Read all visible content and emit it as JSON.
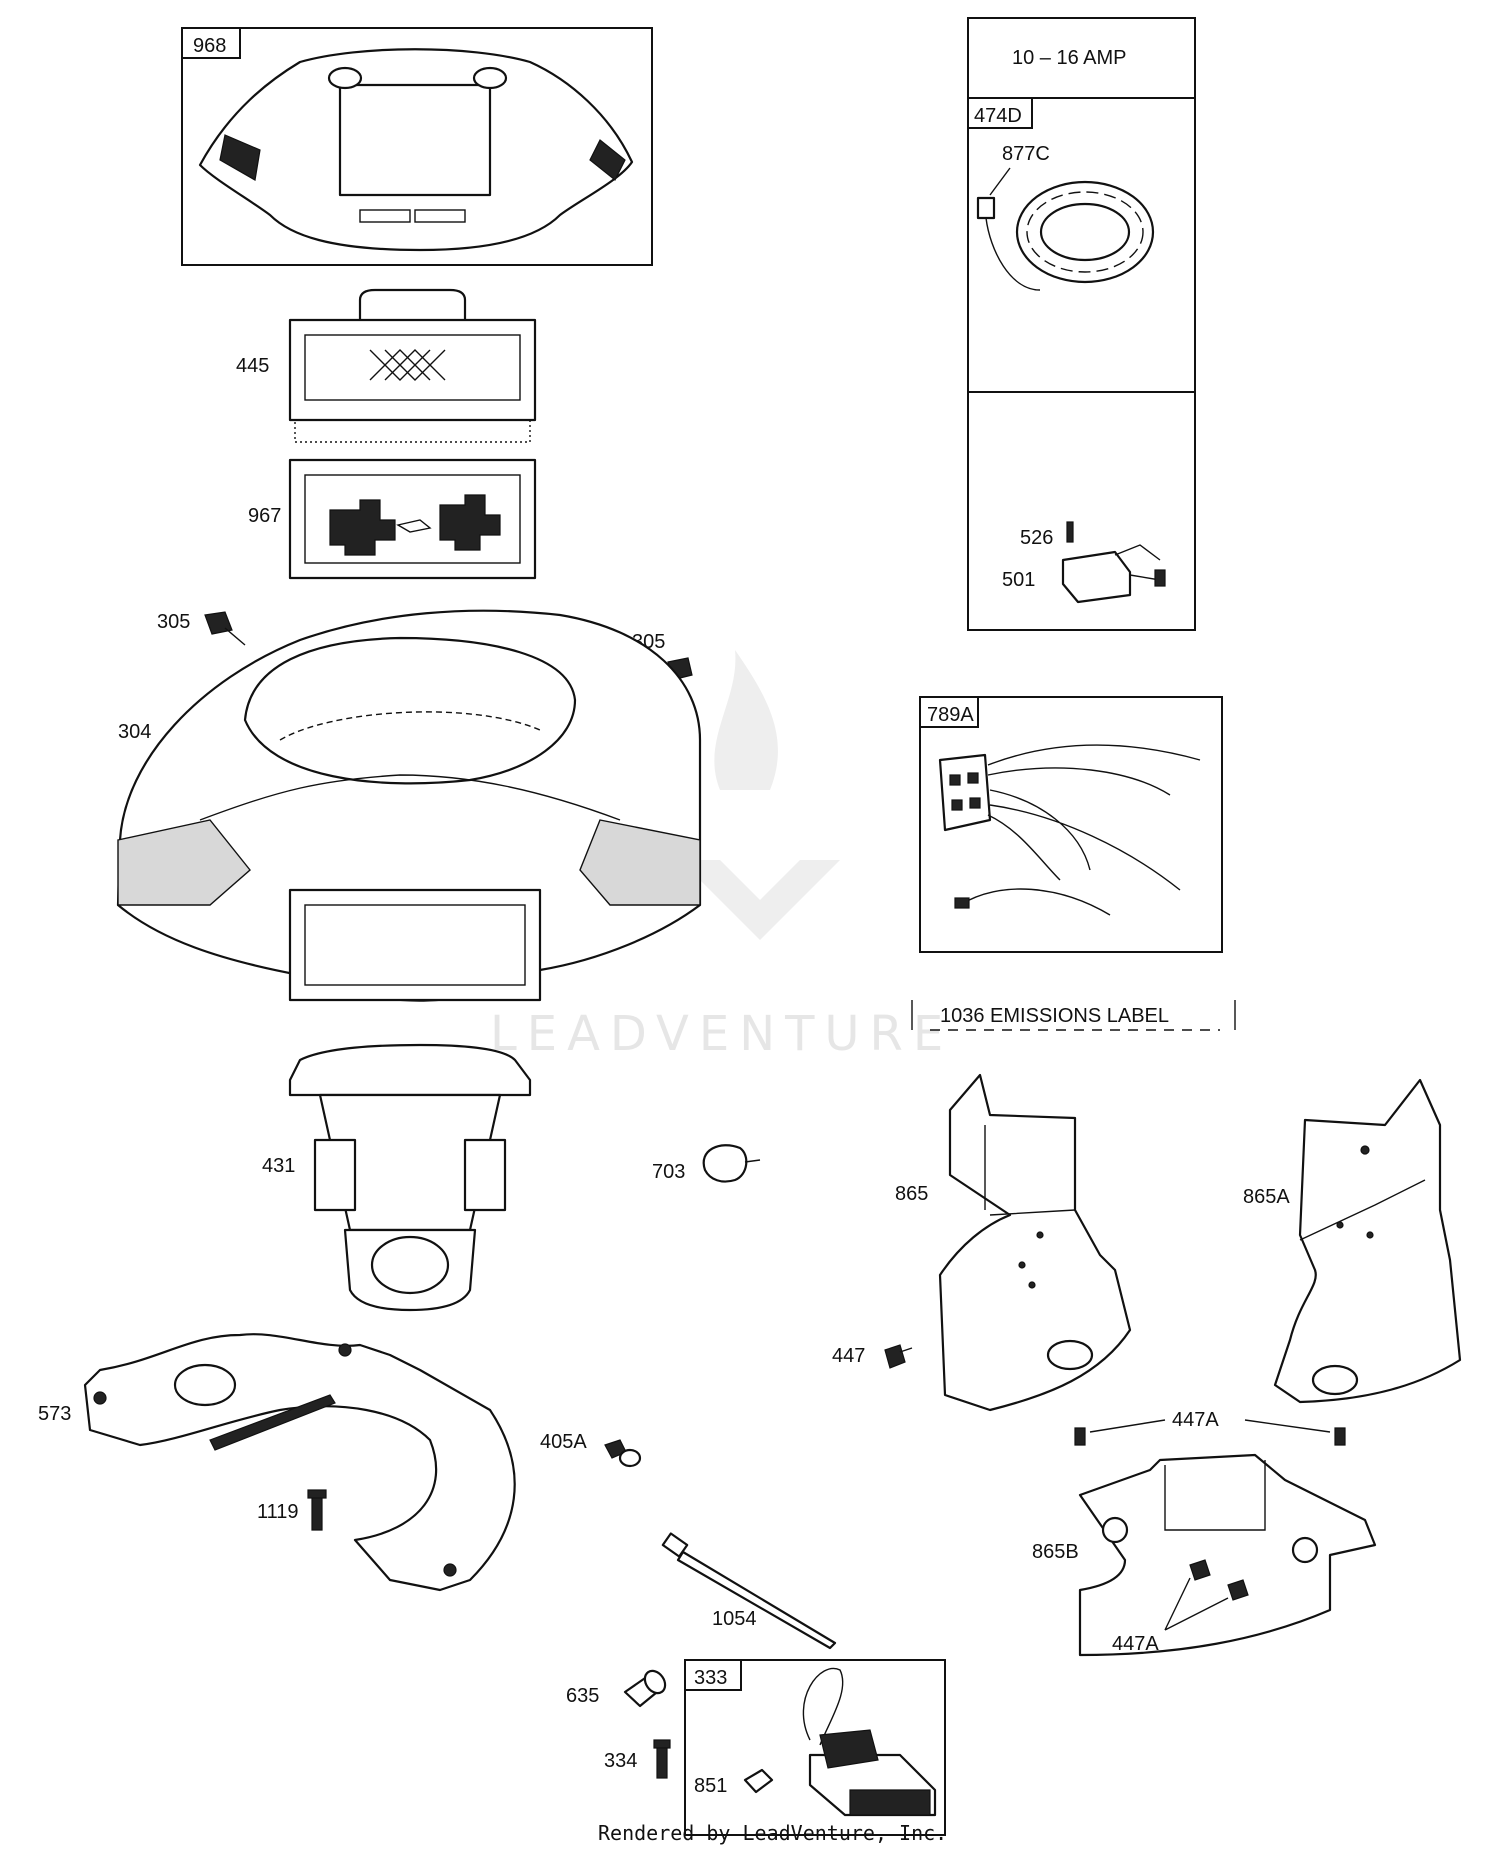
{
  "labels": {
    "l968": "968",
    "l445": "445",
    "l967": "967",
    "l305a": "305",
    "l305b": "305",
    "l304": "304",
    "l431": "431",
    "l703": "703",
    "l573": "573",
    "l1119": "1119",
    "l405a": "405A",
    "l1054": "1054",
    "l635": "635",
    "l334": "334",
    "l333": "333",
    "l851": "851",
    "l474d": "474D",
    "l877c": "877C",
    "l526": "526",
    "l501": "501",
    "l789a": "789A",
    "l865": "865",
    "l865a": "865A",
    "l447": "447",
    "l447a1": "447A",
    "l865b": "865B",
    "l447a2": "447A"
  },
  "notes": {
    "amp": "10 – 16 AMP",
    "emissions": "1036 EMISSIONS LABEL"
  },
  "watermark": "LEADVENTURE",
  "footer": "Rendered by LeadVenture, Inc."
}
